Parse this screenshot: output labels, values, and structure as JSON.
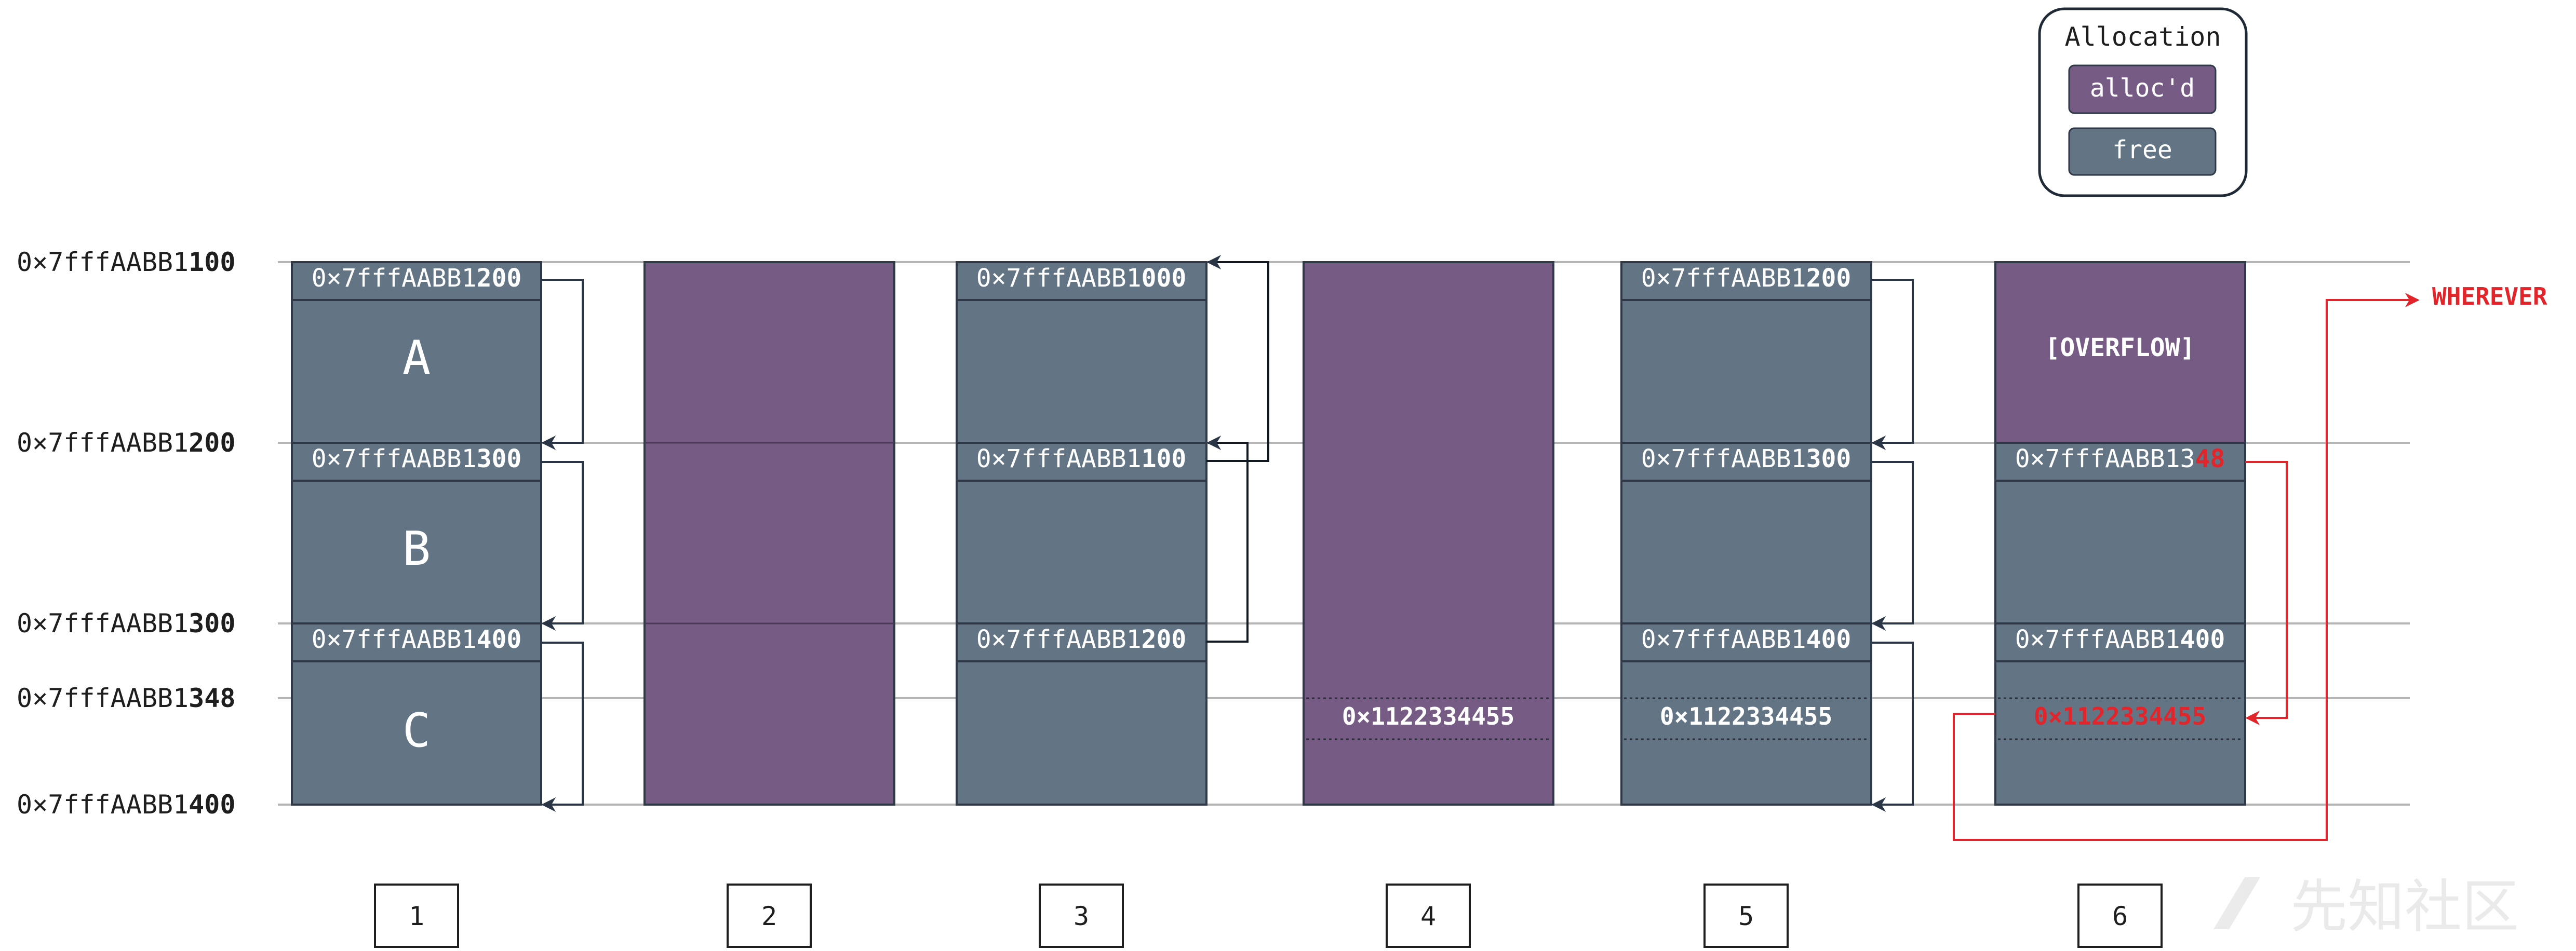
{
  "legend": {
    "title": "Allocation",
    "items": [
      {
        "label": "alloc'd",
        "kind": "alloc"
      },
      {
        "label": "free",
        "kind": "free"
      }
    ]
  },
  "colors": {
    "alloc": "#765c85",
    "free": "#637585",
    "border": "#2e3847",
    "grid": "#b5b5b5",
    "arrow": "#2a3545",
    "red": "#e1252a",
    "white": "#ffffff",
    "label": "#1e1e1e"
  },
  "addresses": [
    {
      "prefix": "0×7fffAABB1",
      "suffix": "100"
    },
    {
      "prefix": "0×7fffAABB1",
      "suffix": "200"
    },
    {
      "prefix": "0×7fffAABB1",
      "suffix": "300"
    },
    {
      "prefix": "0×7fffAABB1",
      "suffix": "348"
    },
    {
      "prefix": "0×7fffAABB1",
      "suffix": "400"
    }
  ],
  "columns": [
    {
      "step": "1",
      "kind": "free",
      "chunks": [
        {
          "pointer": {
            "prefix": "0×7fffAABB1",
            "suffix": "200"
          },
          "letter": "A"
        },
        {
          "pointer": {
            "prefix": "0×7fffAABB1",
            "suffix": "300"
          },
          "letter": "B"
        },
        {
          "pointer": {
            "prefix": "0×7fffAABB1",
            "suffix": "400"
          },
          "letter": "C"
        }
      ]
    },
    {
      "step": "2",
      "kind": "alloc"
    },
    {
      "step": "3",
      "kind": "free",
      "chunks": [
        {
          "pointer": {
            "prefix": "0×7fffAABB1",
            "suffix": "000"
          }
        },
        {
          "pointer": {
            "prefix": "0×7fffAABB1",
            "suffix": "100"
          }
        },
        {
          "pointer": {
            "prefix": "0×7fffAABB1",
            "suffix": "200"
          }
        }
      ]
    },
    {
      "step": "4",
      "kind": "alloc",
      "value": "0×1122334455"
    },
    {
      "step": "5",
      "kind": "free",
      "chunks": [
        {
          "pointer": {
            "prefix": "0×7fffAABB1",
            "suffix": "200"
          }
        },
        {
          "pointer": {
            "prefix": "0×7fffAABB1",
            "suffix": "300"
          }
        },
        {
          "pointer": {
            "prefix": "0×7fffAABB1",
            "suffix": "400"
          }
        }
      ],
      "value": "0×1122334455"
    },
    {
      "step": "6",
      "kind": "mixed",
      "overflow_label": "[OVERFLOW]",
      "chunks": [
        {
          "pointer": {
            "prefix": "0×7fffAABB13",
            "suffix": "48",
            "highlight": true
          }
        },
        {
          "pointer": {
            "prefix": "0×7fffAABB1",
            "suffix": "400"
          }
        }
      ],
      "value": "0×1122334455",
      "target": "WHEREVER"
    }
  ],
  "watermark": "先知社区"
}
